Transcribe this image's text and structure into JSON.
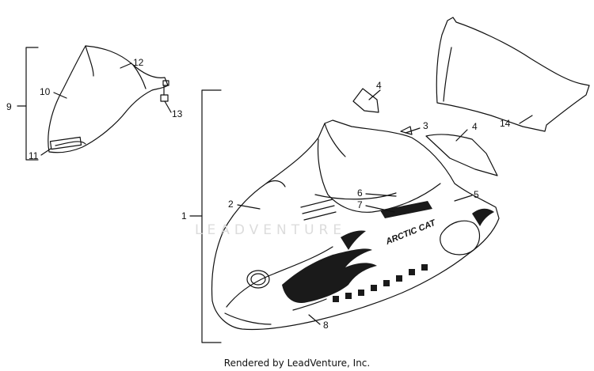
{
  "callouts": {
    "c1": "1",
    "c2": "2",
    "c3": "3",
    "c4a": "4",
    "c4b": "4",
    "c5": "5",
    "c6": "6",
    "c7": "7",
    "c8": "8",
    "c9": "9",
    "c10": "10",
    "c11": "11",
    "c12": "12",
    "c13": "13",
    "c14": "14"
  },
  "watermark": "LEADVENTURE",
  "footer": "Rendered by LeadVenture, Inc.",
  "decals": {
    "badge": "ARCTIC CAT"
  }
}
